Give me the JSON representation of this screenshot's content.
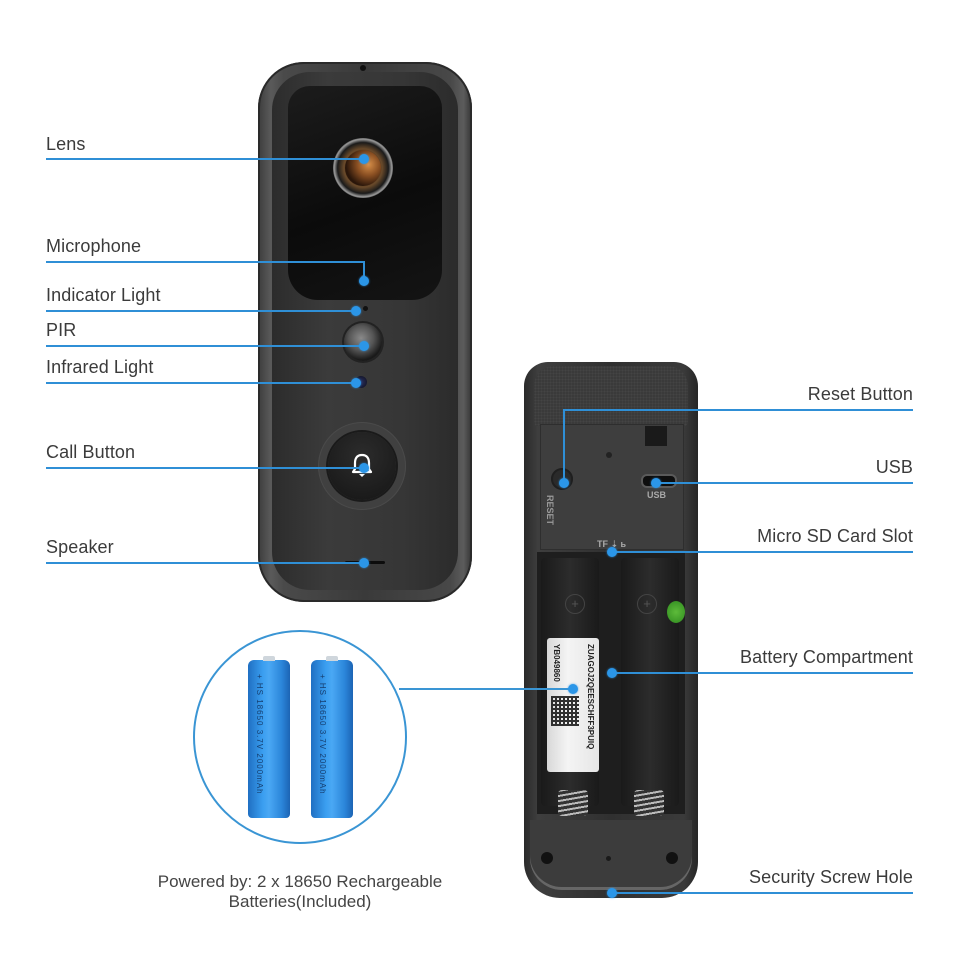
{
  "diagram": {
    "title": "Video Doorbell Component Diagram",
    "accent_color": "#2f8fd6",
    "dot_color": "#2b96e8",
    "front_view": {
      "labels": [
        {
          "id": "lens",
          "text": "Lens"
        },
        {
          "id": "microphone",
          "text": "Microphone"
        },
        {
          "id": "indicator-light",
          "text": "Indicator Light"
        },
        {
          "id": "pir",
          "text": "PIR"
        },
        {
          "id": "infrared-light",
          "text": "Infrared Light"
        },
        {
          "id": "call-button",
          "text": "Call Button"
        },
        {
          "id": "speaker",
          "text": "Speaker"
        }
      ]
    },
    "back_view": {
      "labels": [
        {
          "id": "reset-button",
          "text": "Reset Button"
        },
        {
          "id": "usb",
          "text": "USB"
        },
        {
          "id": "micro-sd-card-slot",
          "text": "Micro SD Card Slot"
        },
        {
          "id": "battery-compartment",
          "text": "Battery Compartment"
        },
        {
          "id": "security-screw-hole",
          "text": "Security Screw Hole"
        }
      ],
      "printed_text": {
        "reset": "RESET",
        "usb": "USB",
        "tf": "TF ⇣ ь",
        "sticker_serial": "YB049860",
        "sticker_code": "ZUAGOJ2QEESCHFF3PUIQ"
      }
    },
    "batteries": {
      "count": 2,
      "print": "+  HS  18650  3.7V  2000mAh",
      "caption_line1": "Powered by: 2 x 18650 Rechargeable",
      "caption_line2": "Batteries(Included)"
    }
  }
}
